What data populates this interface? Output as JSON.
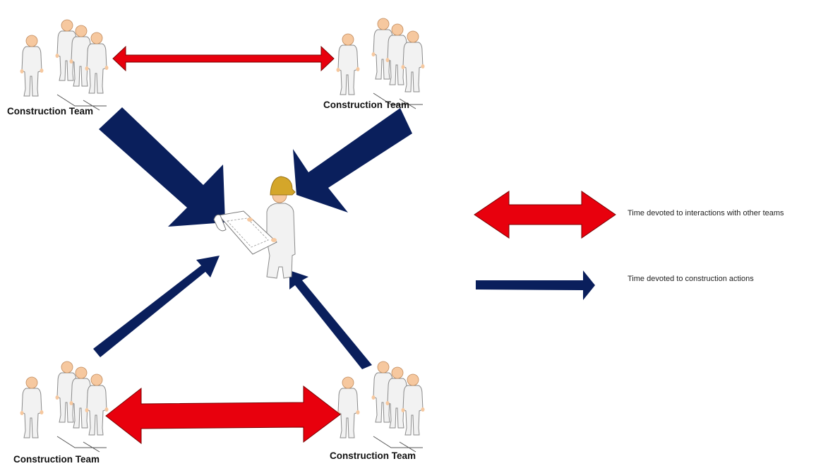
{
  "teams": [
    {
      "id": "top-left",
      "label": "Construction Team"
    },
    {
      "id": "top-right",
      "label": "Construction Team"
    },
    {
      "id": "bottom-left",
      "label": "Construction Team"
    },
    {
      "id": "bottom-right",
      "label": "Construction Team"
    }
  ],
  "legend": {
    "interactions": {
      "label": "Time devoted to interactions with other teams",
      "color": "#e8000d"
    },
    "construction": {
      "label": "Time devoted to construction actions",
      "color": "#0a1f5c"
    }
  },
  "colors": {
    "red_arrow": "#e8000d",
    "navy_arrow": "#0a1f5c",
    "person_fill": "#f2f2f2",
    "skin": "#f6c89f",
    "helmet": "#d4a62a"
  },
  "icons": {
    "team": "people-group-icon",
    "supervisor": "engineer-with-blueprint-icon"
  }
}
